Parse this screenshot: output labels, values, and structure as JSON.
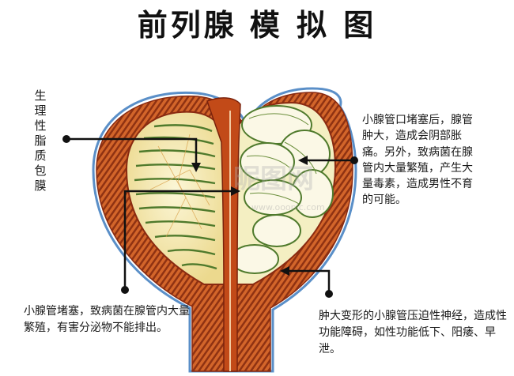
{
  "title": {
    "part1": "前列腺",
    "part2": "模 拟 图"
  },
  "labels": {
    "capsule": "生理性脂质包膜",
    "right_top": "小腺管口堵塞后，腺管肿大，造成会阴部胀痛。另外，致病菌在腺管内大量繁殖，产生大量毒素，造成男性不育的可能。",
    "bottom_left": "小腺管堵塞，致病菌在腺管内大量繁殖，有害分泌物不能排出。",
    "bottom_right": "肿大变形的小腺管压迫性神经，造成性功能障碍，如性功能低下、阳痿、早泄。"
  },
  "watermark": {
    "main": "昵图网",
    "url": "www.ooopic.com"
  },
  "colors": {
    "outer_wall": "#c8531a",
    "wall_dark": "#8a2a10",
    "inner_fill": "#f4efc2",
    "gland_line": "#4f7a2c",
    "membrane": "#5a8fc8",
    "urethra": "#c24a18",
    "pointer": "#111111"
  }
}
